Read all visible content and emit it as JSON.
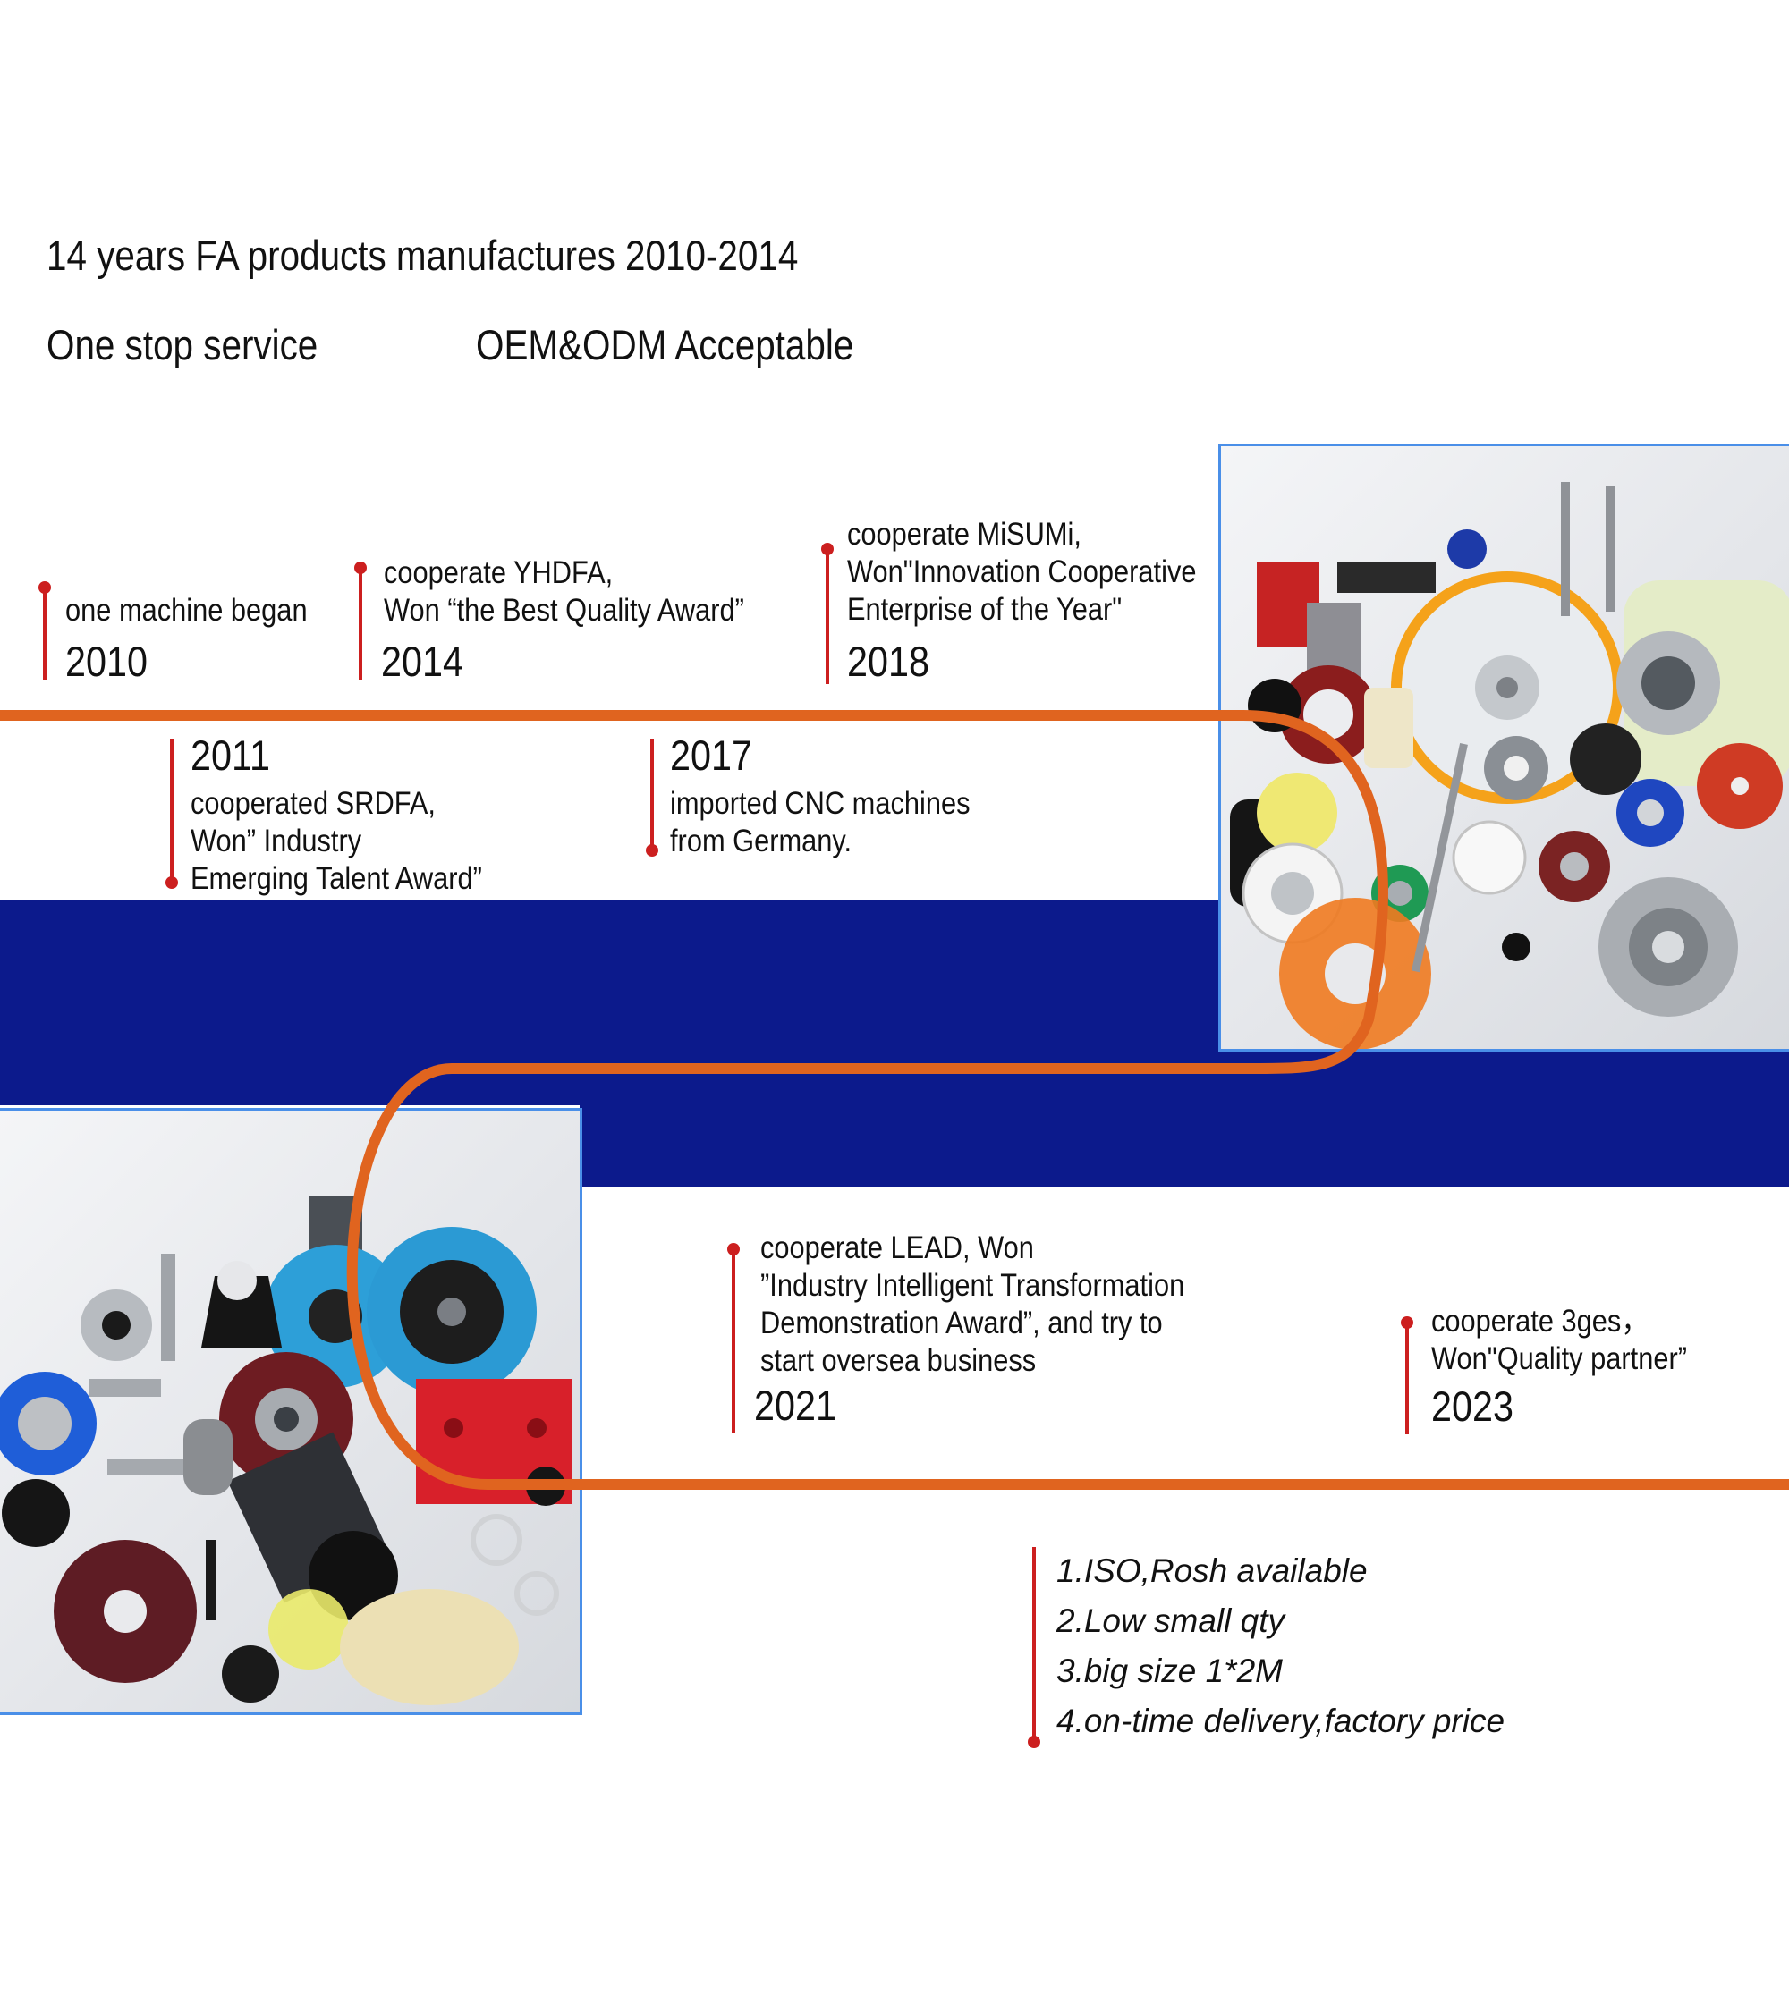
{
  "header": {
    "line1": "14 years FA products manufactures  2010-2014",
    "service": "One stop service",
    "oem": "OEM&ODM Acceptable"
  },
  "colors": {
    "timeline": "#e0641f",
    "marker": "#cc1f1f",
    "navy": "#0c1a8c",
    "photo_border": "#4a8fe8"
  },
  "timeline": [
    {
      "year": "2010",
      "desc": "one machine began"
    },
    {
      "year": "2011",
      "desc": "cooperated SRDFA,\nWon” Industry\nEmerging Talent Award”"
    },
    {
      "year": "2014",
      "desc": "cooperate YHDFA,\nWon “the Best Quality Award”"
    },
    {
      "year": "2017",
      "desc": "imported CNC machines\nfrom Germany."
    },
    {
      "year": "2018",
      "desc": "cooperate MiSUMi,\nWon\"Innovation Cooperative\nEnterprise of the Year\""
    },
    {
      "year": "2021",
      "desc": "cooperate LEAD, Won\n”Industry Intelligent Transformation\nDemonstration Award”, and try to\nstart oversea business"
    },
    {
      "year": "2023",
      "desc": "cooperate 3ges，\nWon\"Quality partner”"
    }
  ],
  "features": [
    "1.ISO,Rosh available",
    "2.Low small qty",
    "3.big size 1*2M",
    "4.on-time delivery,factory price"
  ]
}
